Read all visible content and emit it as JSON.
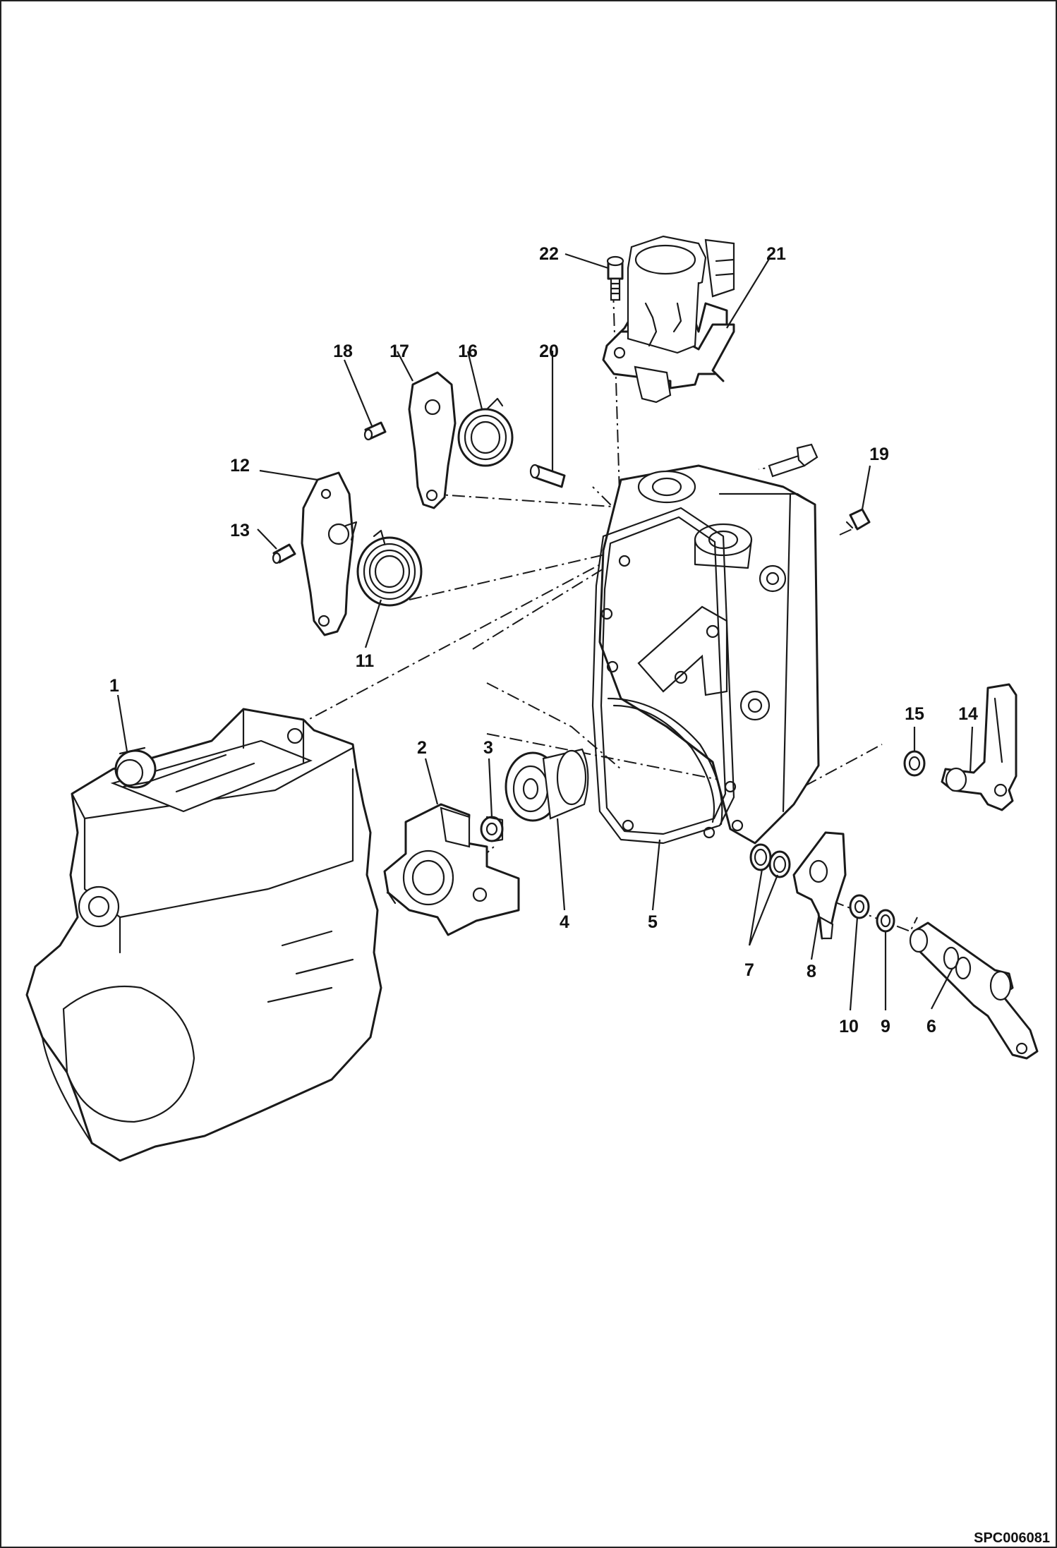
{
  "figure_code": "SPC006081",
  "callouts": [
    {
      "id": "1",
      "label": "1"
    },
    {
      "id": "2",
      "label": "2"
    },
    {
      "id": "3",
      "label": "3"
    },
    {
      "id": "4",
      "label": "4"
    },
    {
      "id": "5",
      "label": "5"
    },
    {
      "id": "6",
      "label": "6"
    },
    {
      "id": "7",
      "label": "7"
    },
    {
      "id": "8",
      "label": "8"
    },
    {
      "id": "9",
      "label": "9"
    },
    {
      "id": "10",
      "label": "10"
    },
    {
      "id": "11",
      "label": "11"
    },
    {
      "id": "12",
      "label": "12"
    },
    {
      "id": "13",
      "label": "13"
    },
    {
      "id": "14",
      "label": "14"
    },
    {
      "id": "15",
      "label": "15"
    },
    {
      "id": "16",
      "label": "16"
    },
    {
      "id": "17",
      "label": "17"
    },
    {
      "id": "18",
      "label": "18"
    },
    {
      "id": "19",
      "label": "19"
    },
    {
      "id": "20",
      "label": "20"
    },
    {
      "id": "21",
      "label": "21"
    },
    {
      "id": "22",
      "label": "22"
    }
  ]
}
